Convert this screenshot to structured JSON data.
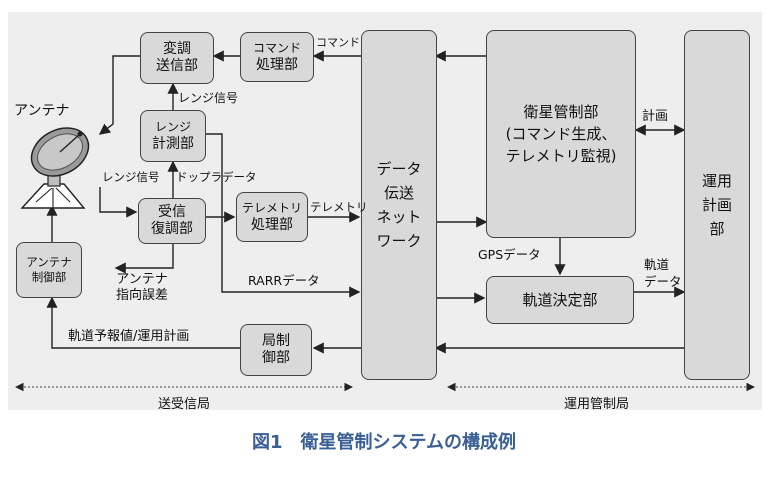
{
  "caption": "図1　衛星管制システムの構成例",
  "blocks": {
    "modulator": [
      "変調",
      "送信部"
    ],
    "command_proc": [
      "コマンド",
      "処理部"
    ],
    "ranging": [
      "レンジ",
      "計測部"
    ],
    "receiver": [
      "受信",
      "復調部"
    ],
    "telemetry_proc": [
      "テレメトリ",
      "処理部"
    ],
    "antenna_ctrl": [
      "アンテナ",
      "制御部"
    ],
    "station_ctrl": [
      "局制",
      "御部"
    ],
    "network": [
      "データ",
      "伝送",
      "ネット",
      "ワーク"
    ],
    "sat_control": [
      "衛星管制部",
      "(コマンド生成、",
      "テレメトリ監視)"
    ],
    "orbit": [
      "軌道決定部"
    ],
    "planning": [
      "運用",
      "計画",
      "部"
    ]
  },
  "labels": {
    "antenna": "アンテナ",
    "command": "コマンド",
    "range_signal_up": "レンジ信号",
    "range_signal_down": "レンジ信号",
    "doppler": "ドップラデータ",
    "telemetry": "テレメトリ",
    "rarr": "RARRデータ",
    "antenna_pointing": [
      "アンテナ",
      "指向誤差"
    ],
    "orbit_forecast": "軌道予報値/運用計画",
    "plan": "計画",
    "gps": "GPSデータ",
    "orbit_data": [
      "軌道",
      "データ"
    ]
  },
  "ranges": {
    "ground_station": "送受信局",
    "operations": "運用管制局"
  }
}
